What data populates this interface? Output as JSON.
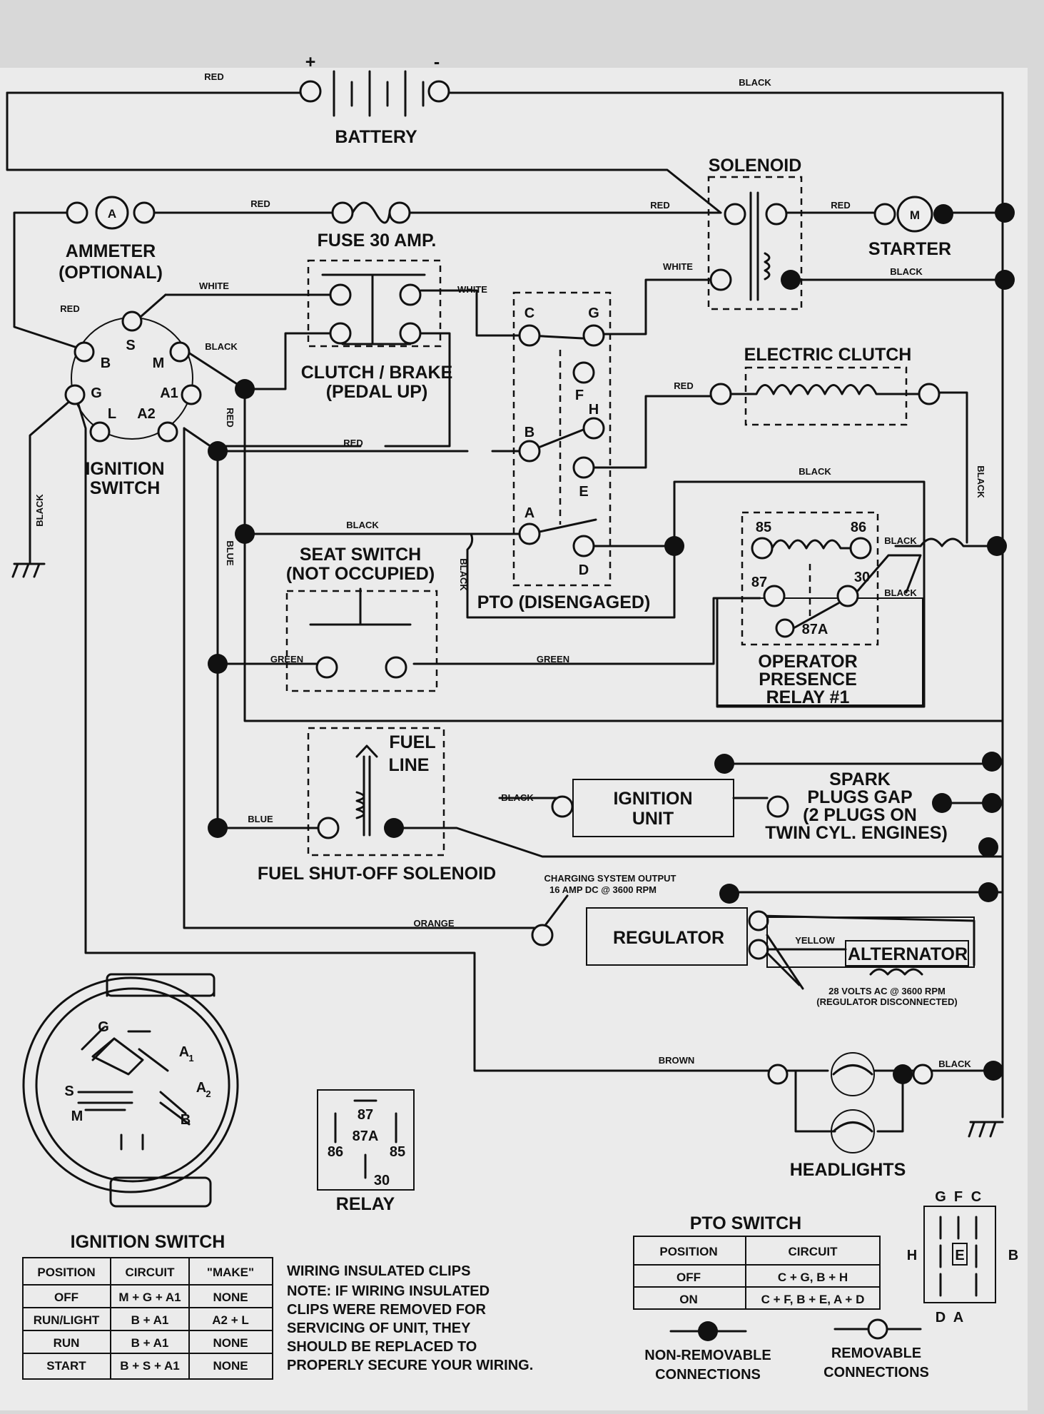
{
  "components": {
    "battery": "BATTERY",
    "battery_pos": "+",
    "battery_neg": "-",
    "solenoid": "SOLENOID",
    "ammeter_line1": "AMMETER",
    "ammeter_line2": "(OPTIONAL)",
    "ammeter_symbol": "A",
    "fuse": "FUSE 30 AMP.",
    "starter": "STARTER",
    "starter_symbol": "M",
    "clutch_brake_line1": "CLUTCH / BRAKE",
    "clutch_brake_line2": "(PEDAL UP)",
    "electric_clutch": "ELECTRIC CLUTCH",
    "ignition_switch_line1": "IGNITION",
    "ignition_switch_line2": "SWITCH",
    "seat_switch_line1": "SEAT SWITCH",
    "seat_switch_line2": "(NOT OCCUPIED)",
    "pto": "PTO (DISENGAGED)",
    "relay_line1": "OPERATOR",
    "relay_line2": "PRESENCE",
    "relay_line3": "RELAY #1",
    "fuel_line1": "FUEL",
    "fuel_line2": "LINE",
    "fuel_solenoid": "FUEL SHUT-OFF SOLENOID",
    "ignition_unit_line1": "IGNITION",
    "ignition_unit_line2": "UNIT",
    "spark_line1": "SPARK",
    "spark_line2": "PLUGS GAP",
    "spark_line3": "(2 PLUGS ON",
    "spark_line4": "TWIN CYL. ENGINES)",
    "charging_line1": "CHARGING SYSTEM OUTPUT",
    "charging_line2": "16 AMP DC @ 3600 RPM",
    "regulator": "REGULATOR",
    "alternator": "ALTERNATOR",
    "alt_line1": "28 VOLTS AC @ 3600 RPM",
    "alt_line2": "(REGULATOR DISCONNECTED)",
    "headlights": "HEADLIGHTS",
    "relay": "RELAY"
  },
  "wire_colors": {
    "red": "RED",
    "black": "BLACK",
    "white": "WHITE",
    "blue": "BLUE",
    "green": "GREEN",
    "orange": "ORANGE",
    "yellow": "YELLOW",
    "brown": "BROWN"
  },
  "terminals": {
    "ign_s": "S",
    "ign_b": "B",
    "ign_m": "M",
    "ign_g": "G",
    "ign_a1": "A1",
    "ign_l": "L",
    "ign_a2": "A2",
    "pto_c": "C",
    "pto_g": "G",
    "pto_f": "F",
    "pto_h": "H",
    "pto_b": "B",
    "pto_e": "E",
    "pto_a": "A",
    "pto_d": "D",
    "relay_85": "85",
    "relay_86": "86",
    "relay_87": "87",
    "relay_30": "30",
    "relay_87a": "87A"
  },
  "ignition_switch_detail": {
    "g": "G",
    "a1": "A",
    "a1_sub": "1",
    "a2": "A",
    "a2_sub": "2",
    "s": "S",
    "m": "M",
    "b": "B"
  },
  "relay_diagram": {
    "p87": "87",
    "p87a": "87A",
    "p86": "86",
    "p85": "85",
    "p30": "30"
  },
  "ignition_table": {
    "title": "IGNITION SWITCH",
    "headers": [
      "POSITION",
      "CIRCUIT",
      "\"MAKE\""
    ],
    "rows": [
      [
        "OFF",
        "M + G + A1",
        "NONE"
      ],
      [
        "RUN/LIGHT",
        "B + A1",
        "A2 + L"
      ],
      [
        "RUN",
        "B + A1",
        "NONE"
      ],
      [
        "START",
        "B + S + A1",
        "NONE"
      ]
    ]
  },
  "note": {
    "title": "WIRING INSULATED CLIPS",
    "lines": [
      "NOTE: IF WIRING INSULATED",
      "CLIPS WERE REMOVED FOR",
      "SERVICING OF UNIT, THEY",
      "SHOULD BE REPLACED TO",
      "PROPERLY SECURE YOUR WIRING."
    ]
  },
  "pto_table": {
    "title": "PTO SWITCH",
    "headers": [
      "POSITION",
      "CIRCUIT"
    ],
    "rows": [
      [
        "OFF",
        "C + G, B + H"
      ],
      [
        "ON",
        "C + F, B + E, A + D"
      ]
    ]
  },
  "pto_diagram": {
    "g": "G",
    "f": "F",
    "c": "C",
    "h": "H",
    "e": "E",
    "b": "B",
    "d": "D",
    "a": "A"
  },
  "legend": {
    "nonremovable_line1": "NON-REMOVABLE",
    "nonremovable_line2": "CONNECTIONS",
    "removable_line1": "REMOVABLE",
    "removable_line2": "CONNECTIONS"
  }
}
